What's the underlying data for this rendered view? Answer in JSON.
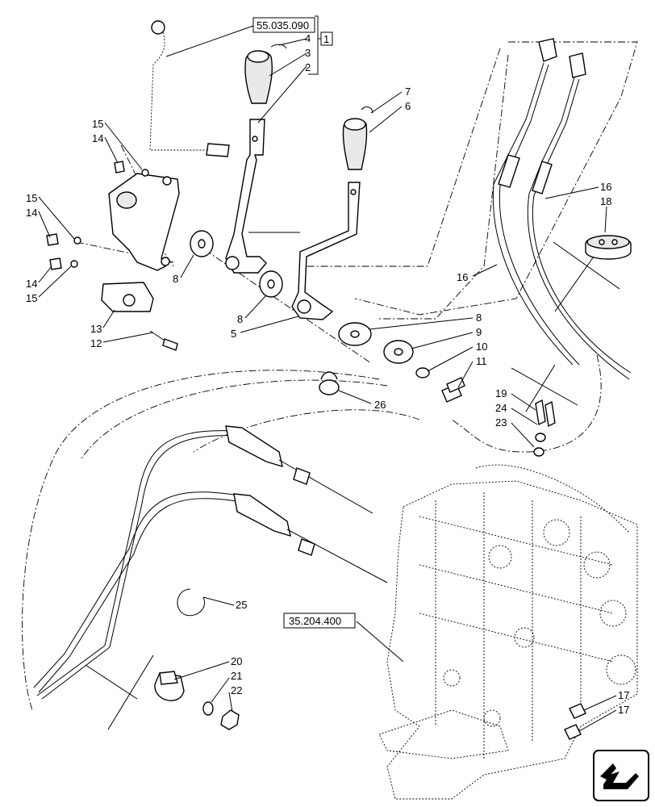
{
  "references": {
    "top": "55.035.090",
    "valve": "35.204.400",
    "group": "1"
  },
  "labels": {
    "l1": "4",
    "l2": "3",
    "l3": "2",
    "l4": "7",
    "l5": "6",
    "l6": "15",
    "l7": "14",
    "l8": "15",
    "l9": "14",
    "l10": "14",
    "l11": "15",
    "l12": "13",
    "l13": "12",
    "l14": "8",
    "l15": "8",
    "l16": "5",
    "l17": "8",
    "l18": "9",
    "l19": "10",
    "l20": "11",
    "l21": "16",
    "l22": "18",
    "l23": "16",
    "l24": "26",
    "l25": "19",
    "l26": "24",
    "l27": "23",
    "l28": "25",
    "l29": "20",
    "l30": "21",
    "l31": "22",
    "l32": "17",
    "l33": "17"
  },
  "icons": {
    "corner": "view-direction-arrow-icon"
  }
}
